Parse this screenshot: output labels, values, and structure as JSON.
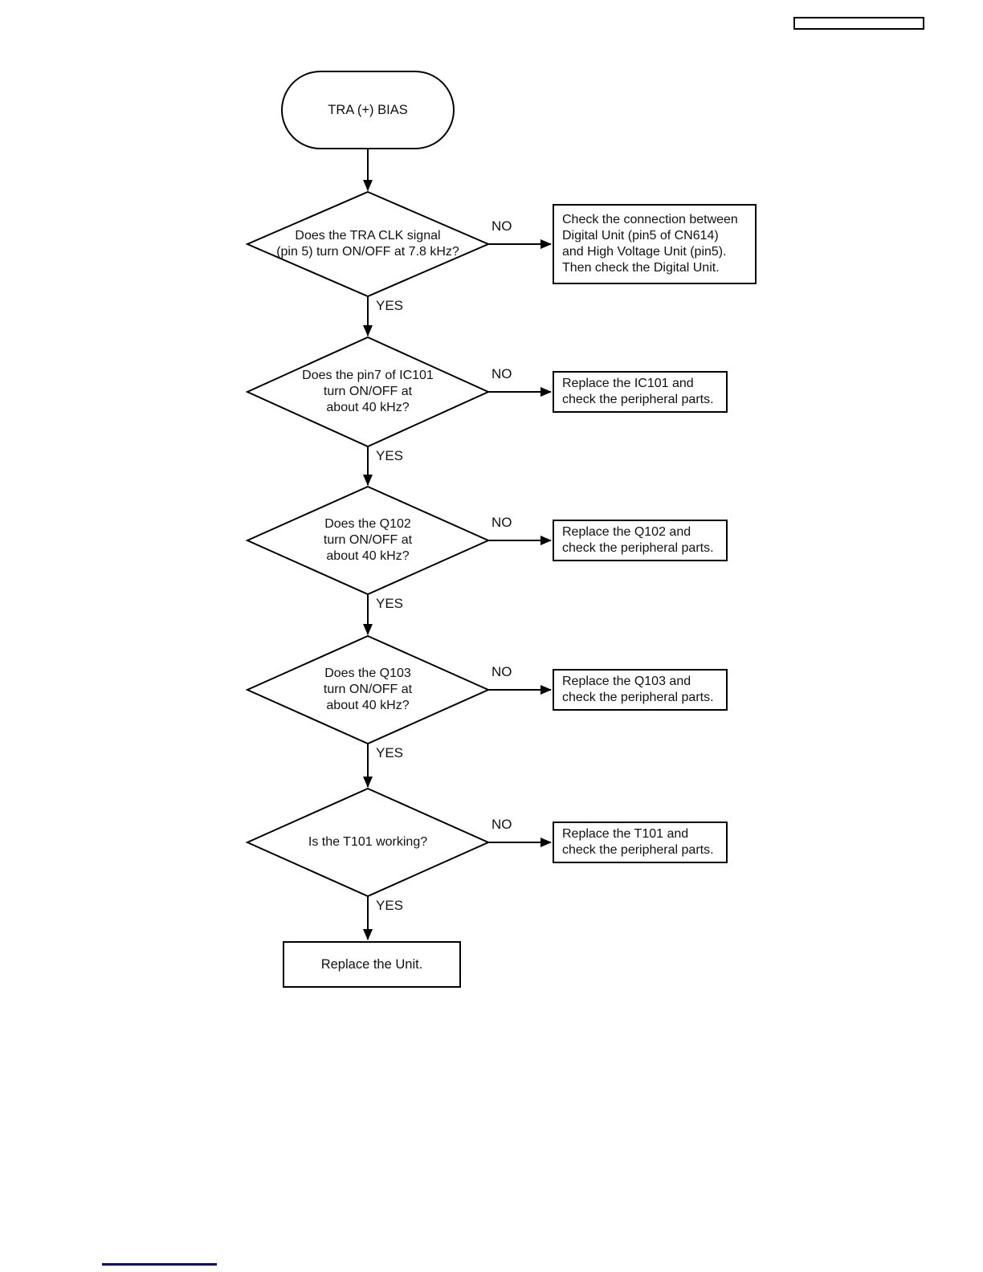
{
  "colors": {
    "ink": "#000000",
    "paper": "#ffffff",
    "footer_link_underline": "#000080"
  },
  "header": {
    "box_text": ""
  },
  "flowchart": {
    "start": {
      "label": "TRA (+) BIAS"
    },
    "decisions": [
      {
        "lines": [
          "Does the TRA CLK signal",
          "(pin 5) turn ON/OFF at 7.8 kHz?"
        ],
        "no": "NO",
        "yes": "YES"
      },
      {
        "lines": [
          "Does the pin7 of IC101",
          "turn ON/OFF at",
          "about 40 kHz?"
        ],
        "no": "NO",
        "yes": "YES"
      },
      {
        "lines": [
          "Does the Q102",
          "turn ON/OFF at",
          "about 40 kHz?"
        ],
        "no": "NO",
        "yes": "YES"
      },
      {
        "lines": [
          "Does the Q103",
          "turn ON/OFF at",
          "about 40 kHz?"
        ],
        "no": "NO",
        "yes": "YES"
      },
      {
        "lines": [
          "Is the T101 working?"
        ],
        "no": "NO",
        "yes": "YES"
      }
    ],
    "actions": [
      {
        "lines": [
          "Check the connection between",
          "Digital Unit (pin5 of CN614)",
          "and High Voltage Unit (pin5).",
          "Then check the Digital Unit."
        ]
      },
      {
        "lines": [
          "Replace the IC101 and",
          "check the peripheral parts."
        ]
      },
      {
        "lines": [
          "Replace the Q102 and",
          "check the peripheral parts."
        ]
      },
      {
        "lines": [
          "Replace the Q103 and",
          "check the peripheral parts."
        ]
      },
      {
        "lines": [
          "Replace the T101 and",
          "check the peripheral parts."
        ]
      }
    ],
    "end": {
      "label": "Replace the Unit."
    }
  }
}
